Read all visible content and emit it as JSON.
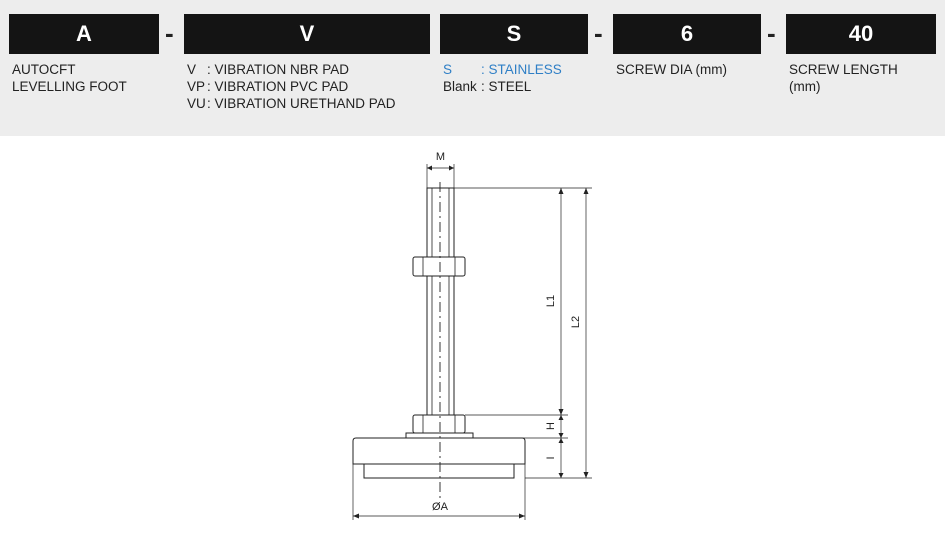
{
  "codes": {
    "c1": "A",
    "c2": "V",
    "c3": "S",
    "c4": "6",
    "c5": "40",
    "separator": "-"
  },
  "descriptions": {
    "c1": [
      "AUTOCFT",
      "LEVELLING FOOT"
    ],
    "c2": [
      {
        "key": "V",
        "sep": ":",
        "value": "VIBRATION NBR PAD"
      },
      {
        "key": "VP",
        "sep": ":",
        "value": "VIBRATION PVC PAD"
      },
      {
        "key": "VU",
        "sep": ":",
        "value": "VIBRATION URETHAND PAD"
      }
    ],
    "c3": [
      {
        "key": "S",
        "sep": ":",
        "value": "STAINLESS",
        "highlight": true
      },
      {
        "key": "Blank",
        "sep": ":",
        "value": "STEEL",
        "highlight": false
      }
    ],
    "c4": [
      "SCREW DIA (mm)"
    ],
    "c5": [
      "SCREW LENGTH",
      "(mm)"
    ]
  },
  "dimensions": {
    "m": "M",
    "l1": "L1",
    "l2": "L2",
    "h": "H",
    "i": "I",
    "a": "ØA"
  },
  "colors": {
    "band": "#ededed",
    "box": "#141414",
    "highlight": "#2f7fc6"
  }
}
